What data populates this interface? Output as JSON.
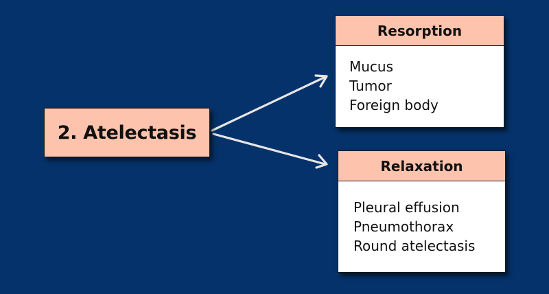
{
  "source": {
    "label": "2. Atelectasis"
  },
  "categories": [
    {
      "title": "Resorption",
      "items": [
        "Mucus",
        "Tumor",
        "Foreign body"
      ]
    },
    {
      "title": "Relaxation",
      "items": [
        "Pleural effusion",
        "Pneumothorax",
        "Round atelectasis"
      ]
    }
  ],
  "colors": {
    "background": "#05326a",
    "header_fill": "#fdc3ad",
    "body_fill": "#ffffff",
    "arrow": "#e8e8e8"
  }
}
